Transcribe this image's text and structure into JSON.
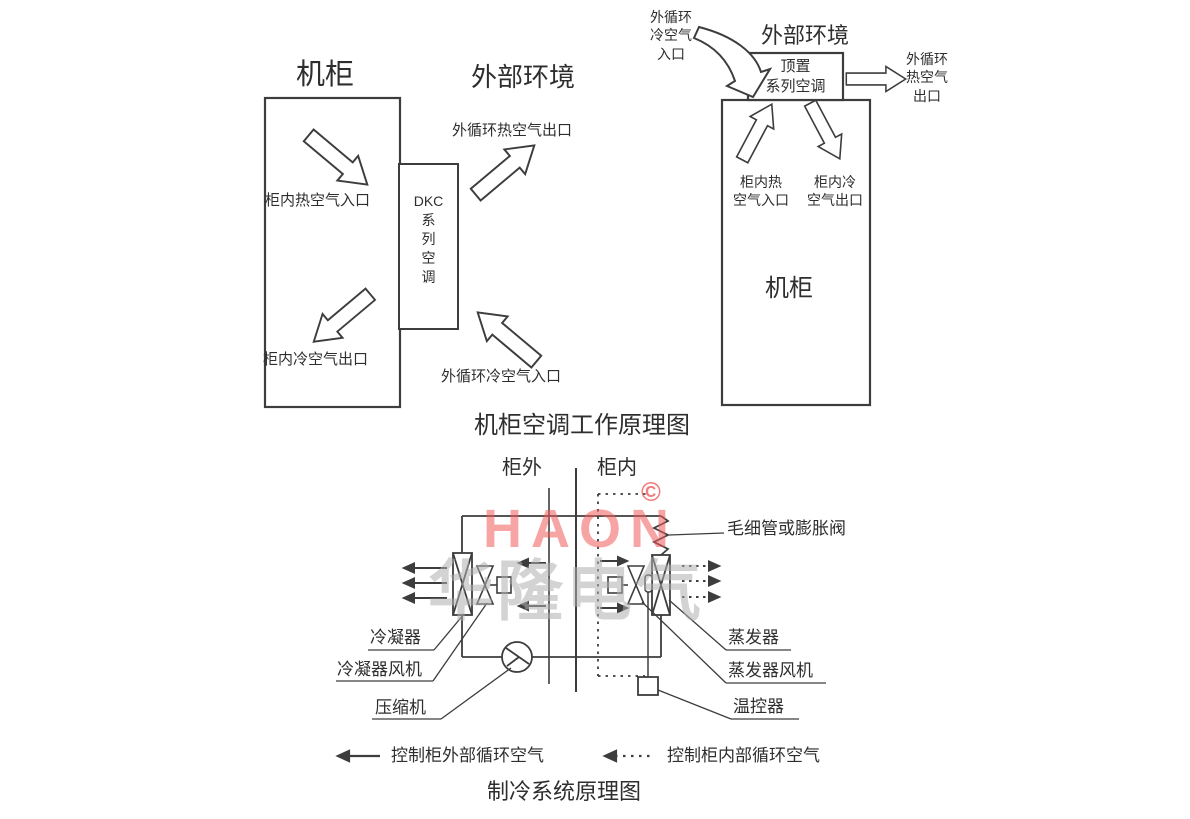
{
  "watermark": {
    "brand": "HAON",
    "copyright": "©",
    "company": "华隆电气",
    "red": "#f05a5a",
    "gray": "#afafaf"
  },
  "diagram1": {
    "cabinet_title": "机柜",
    "environment_title": "外部环境",
    "hot_air_inlet": "柜内热空气入口",
    "cold_air_outlet": "柜内冷空气出口",
    "ext_hot_air_outlet": "外循环热空气出口",
    "ext_cold_air_inlet": "外循环冷空气入口",
    "ac_unit": "DKC\n系\n列\n空\n调",
    "caption": "机柜空调工作原理图"
  },
  "diagram2": {
    "environment_title": "外部环境",
    "ext_cold_air_inlet": "外循环\n冷空气\n入口",
    "ext_hot_air_outlet": "外循环\n热空气\n出口",
    "top_unit": "顶置\n系列空调",
    "hot_air_inlet": "柜内热\n空气入口",
    "cold_air_outlet": "柜内冷\n空气出口",
    "cabinet_label": "机柜"
  },
  "diagram3": {
    "outside_label": "柜外",
    "inside_label": "柜内",
    "capillary": "毛细管或膨胀阀",
    "condenser": "冷凝器",
    "condenser_fan": "冷凝器风机",
    "compressor": "压缩机",
    "evaporator": "蒸发器",
    "evaporator_fan": "蒸发器风机",
    "thermostat": "温控器",
    "legend_external": "控制柜外部循环空气",
    "legend_internal": "控制柜内部循环空气",
    "caption": "制冷系统原理图"
  },
  "line_color": "#3d3d3d"
}
